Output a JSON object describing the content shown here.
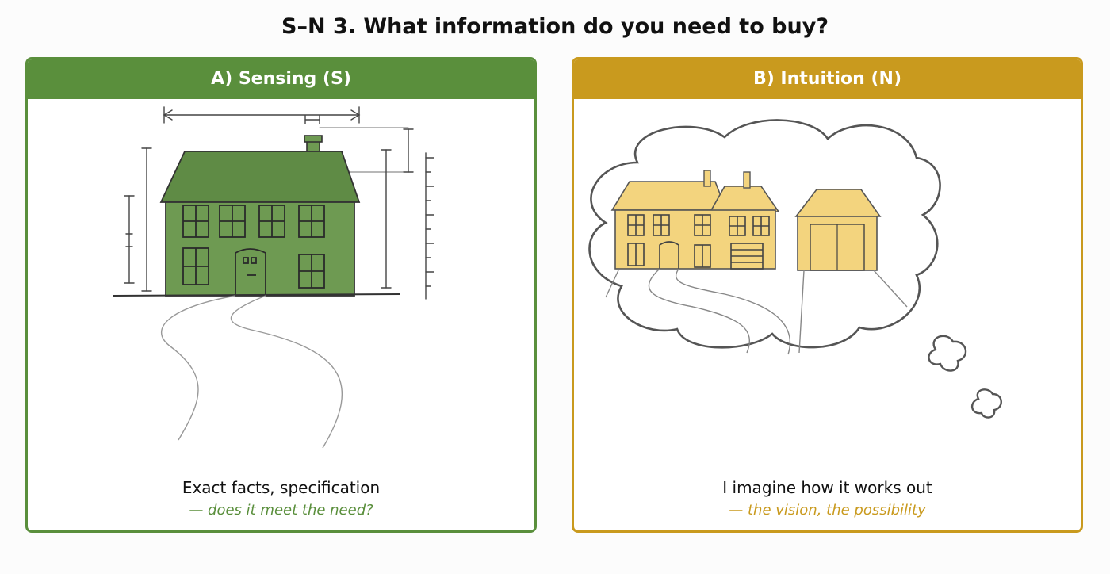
{
  "title": "S–N 3. What information do you need to buy?",
  "colors": {
    "sensing": "#5a8f3c",
    "intuition": "#c99a1e",
    "house_green": "#6e9a52",
    "house_yellow": "#f3d47e"
  },
  "cards": [
    {
      "header": "A) Sensing (S)",
      "caption": "Exact facts, specification",
      "subcaption": "— does it meet the need?"
    },
    {
      "header": "B) Intuition (N)",
      "caption": "I imagine how it works out",
      "subcaption": "— the vision, the possibility"
    }
  ]
}
